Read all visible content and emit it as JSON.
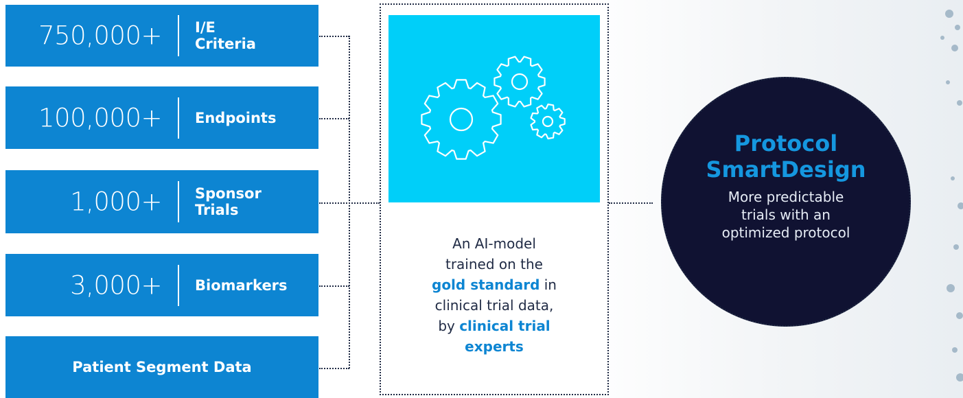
{
  "stats": [
    {
      "number": "750,000+",
      "label_lines": [
        "I/E",
        "Criteria"
      ]
    },
    {
      "number": "100,000+",
      "label_lines": [
        "Endpoints"
      ]
    },
    {
      "number": "1,000+",
      "label_lines": [
        "Sponsor",
        "Trials"
      ]
    },
    {
      "number": "3,000+",
      "label_lines": [
        "Biomarkers"
      ]
    }
  ],
  "patient_segment": "Patient Segment Data",
  "ai_model": {
    "icon": "gears-icon",
    "text": {
      "l1": "An AI-model",
      "l2": "trained on the",
      "l3_hl": "gold standard",
      "l3_rest": " in",
      "l4": "clinical trial data,",
      "l5_pre": "by ",
      "l5_hl": "clinical trial",
      "l6_hl": "experts"
    }
  },
  "result": {
    "title_line1": "Protocol",
    "title_line2": "SmartDesign",
    "subtitle_lines": [
      "More predictable",
      "trials with an",
      "optimized protocol"
    ]
  },
  "colors": {
    "stat_blue": "#0d85d2",
    "panel_cyan": "#00cff9",
    "circle_navy": "#101232",
    "highlight_blue": "#0d85d2",
    "connector": "#1f2a44"
  }
}
